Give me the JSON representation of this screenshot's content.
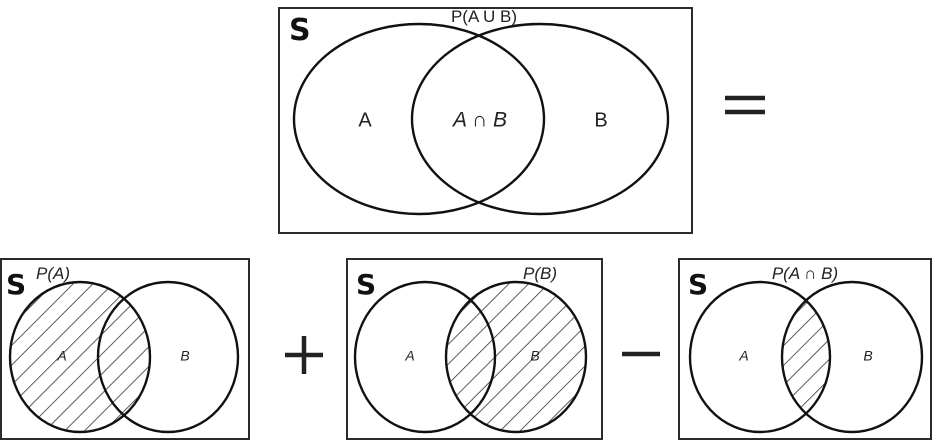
{
  "top": {
    "universe_symbol": "S",
    "title": "P(A U B)",
    "label_a": "A",
    "label_intersection": "A ∩ B",
    "label_b": "B"
  },
  "operators": {
    "equals": "=",
    "plus": "+",
    "minus": "−"
  },
  "panel_a": {
    "universe_symbol": "S",
    "title": "P(A)",
    "label_a": "A",
    "label_b": "B",
    "shaded_region": "A"
  },
  "panel_b": {
    "universe_symbol": "S",
    "title": "P(B)",
    "label_a": "A",
    "label_b": "B",
    "shaded_region": "B"
  },
  "panel_ab": {
    "universe_symbol": "S",
    "title": "P(A ∩ B)",
    "label_a": "A",
    "label_b": "B",
    "shaded_region": "A ∩ B"
  }
}
